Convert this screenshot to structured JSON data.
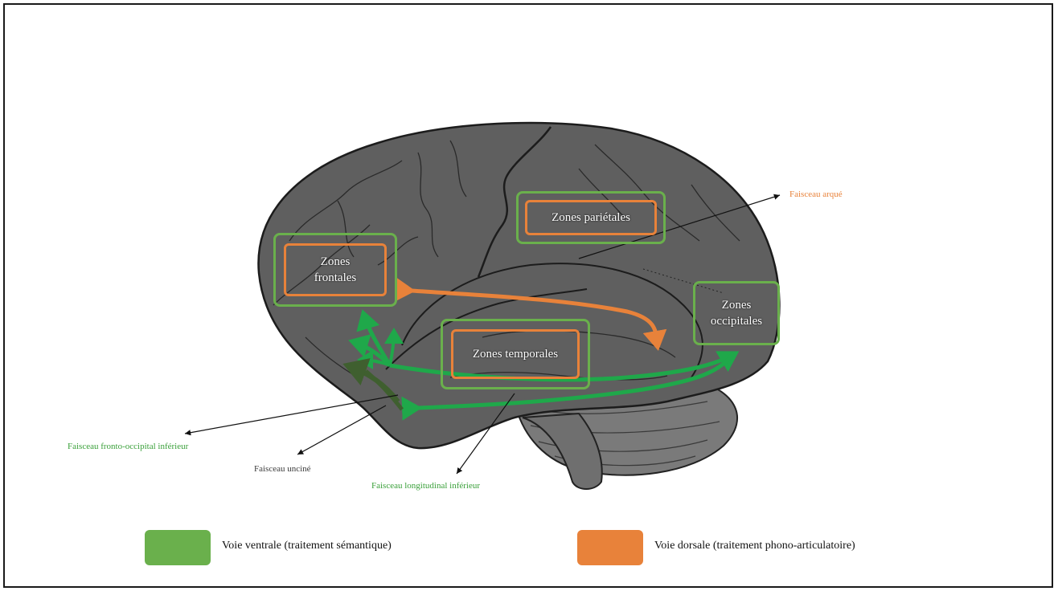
{
  "zones": {
    "parietal": "Zones pariétales",
    "frontal_line1": "Zones",
    "frontal_line2": "frontales",
    "temporal": "Zones temporales",
    "occipital_line1": "Zones",
    "occipital_line2": "occipitales"
  },
  "labels": {
    "arcuate": "Faisceau arqué",
    "ifof": "Faisceau fronto-occipital inférieur",
    "uncinate": "Faisceau unciné",
    "ilf": "Faisceau longitudinal inférieur"
  },
  "legend": {
    "ventral": {
      "text": "Voie ventrale (traitement sémantique)",
      "color": "#6ab04c"
    },
    "dorsal": {
      "text": "Voie dorsale (traitement phono-articulatoire)",
      "color": "#e8823a"
    }
  },
  "colors": {
    "brain": "#5f5f5f",
    "cerebellum": "#7a7a7a",
    "green_path": "#1fa84a",
    "dark_green_path": "#3f5f2f",
    "orange_path": "#e8823a"
  }
}
